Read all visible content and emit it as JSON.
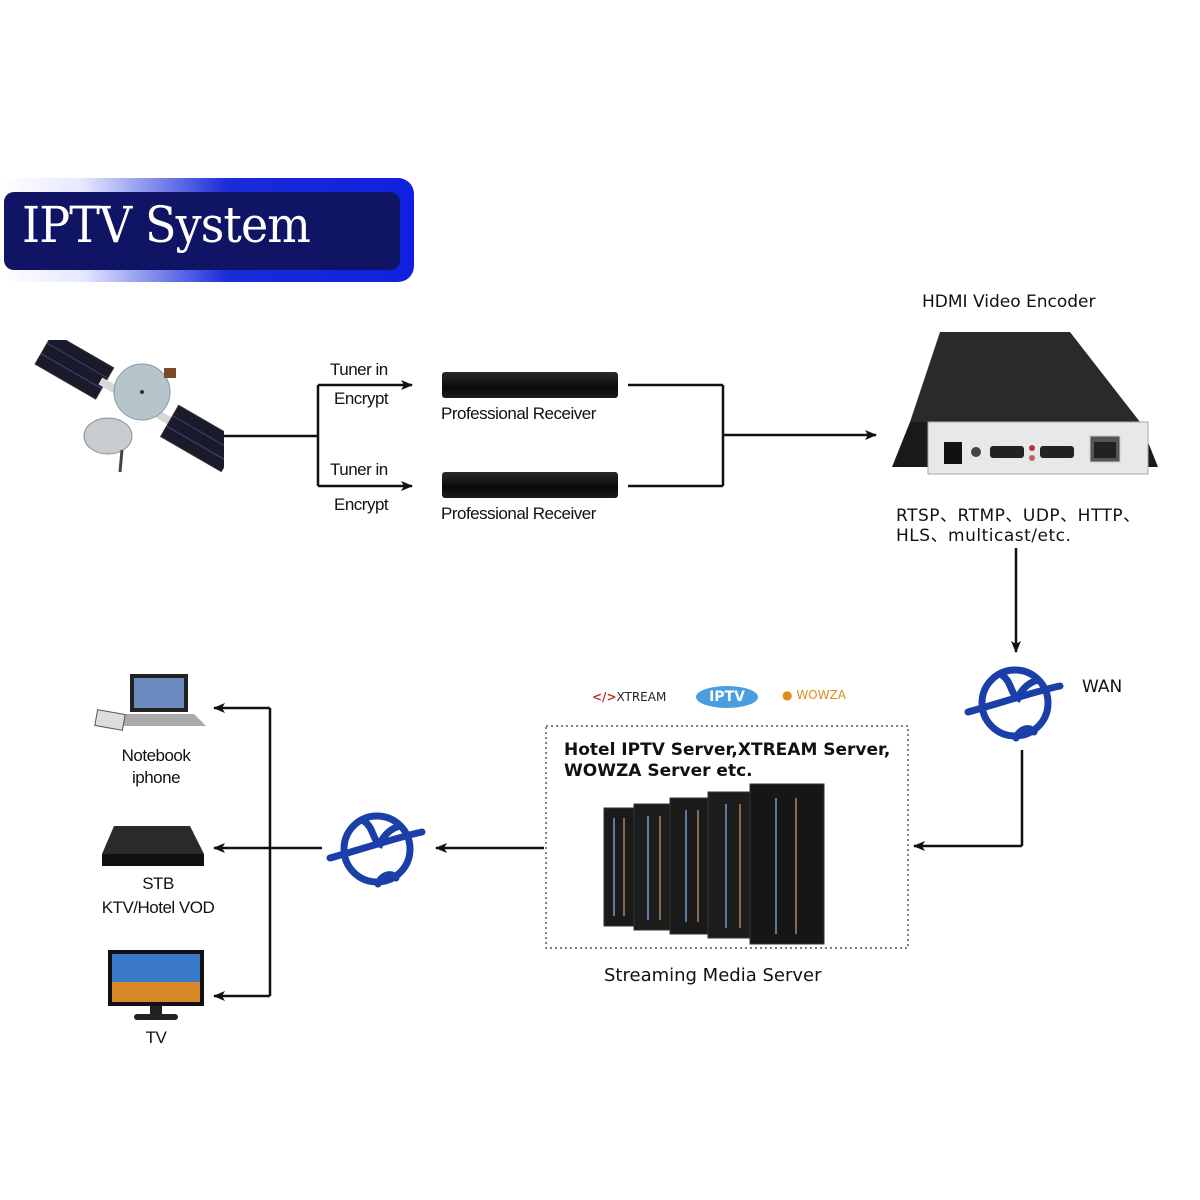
{
  "title": "IPTV System",
  "source": {
    "icon": "satellite-icon"
  },
  "receivers": [
    {
      "tuner_line1": "Tuner in",
      "tuner_line2": "Encrypt",
      "label": "Professional Receiver"
    },
    {
      "tuner_line1": "Tuner in",
      "tuner_line2": "Encrypt",
      "label": "Professional Receiver"
    }
  ],
  "encoder": {
    "label": "HDMI Video Encoder",
    "protocols_line1": "RTSP、RTMP、UDP、HTTP、",
    "protocols_line2": "HLS、multicast/etc."
  },
  "wan": {
    "label": "WAN",
    "icon": "globe-icon"
  },
  "server": {
    "logos": [
      "XTREAM",
      "IPTV",
      "WOWZA"
    ],
    "description_line1": "Hotel IPTV Server,XTREAM Server,",
    "description_line2": "WOWZA Server etc.",
    "label": "Streaming Media Server"
  },
  "lan": {
    "icon": "globe-icon"
  },
  "clients": [
    {
      "line1": "Notebook",
      "line2": "iphone",
      "icon": "laptop-icon"
    },
    {
      "line1": "STB",
      "line2": "KTV/Hotel VOD",
      "icon": "set-top-box-icon"
    },
    {
      "line1": "TV",
      "line2": "",
      "icon": "tv-icon"
    }
  ],
  "colors": {
    "banner_dark": "#101464",
    "banner_bright": "#1a2bd8",
    "globe_blue": "#1b3fa8",
    "line": "#111111"
  }
}
